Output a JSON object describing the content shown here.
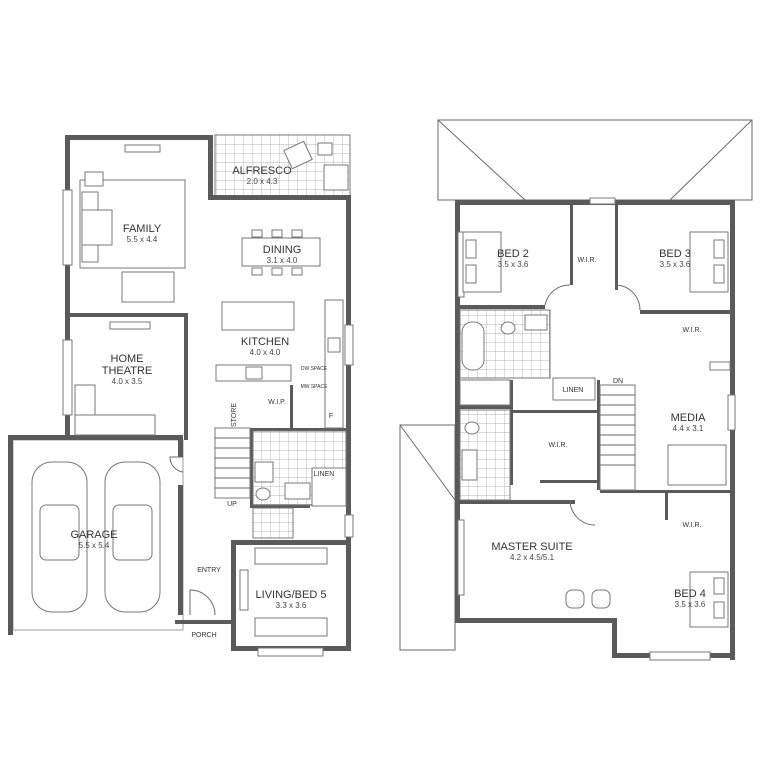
{
  "ground_floor": {
    "alfresco": {
      "name": "ALFRESCO",
      "dim": "2.0 x 4.3"
    },
    "family": {
      "name": "FAMILY",
      "dim": "5.5 x 4.4"
    },
    "dining": {
      "name": "DINING",
      "dim": "3.1 x 4.0"
    },
    "kitchen": {
      "name": "KITCHEN",
      "dim": "4.0 x 4.0"
    },
    "home_theatre": {
      "name_line1": "HOME",
      "name_line2": "THEATRE",
      "dim": "4.0 x 3.5"
    },
    "wip": {
      "name": "W.I.P."
    },
    "store": {
      "name": "STORE"
    },
    "linen": {
      "name": "LINEN"
    },
    "garage": {
      "name": "GARAGE",
      "dim": "5.5 x 5.4"
    },
    "entry": {
      "name": "ENTRY"
    },
    "living": {
      "name": "LIVING/BED 5",
      "dim": "3.3 x 3.6"
    },
    "porch": {
      "name": "PORCH"
    },
    "up": "UP",
    "dw_space": "DW SPACE",
    "mw_space": "MW SPACE",
    "fridge": "F"
  },
  "upper_floor": {
    "bed2": {
      "name": "BED 2",
      "dim": "3.5 x 3.6"
    },
    "bed3": {
      "name": "BED 3",
      "dim": "3.5 x 3.6"
    },
    "bed4": {
      "name": "BED 4",
      "dim": "3.5 x 3.6"
    },
    "wir_bed2": "W.I.R.",
    "wir_bed3": "W.I.R.",
    "wir_bed4": "W.I.R.",
    "wir_master": "W.I.R.",
    "linen": "LINEN",
    "dn": "DN",
    "media": {
      "name": "MEDIA",
      "dim": "4.4 x 3.1"
    },
    "master": {
      "name": "MASTER SUITE",
      "dim": "4.2 x 4.5/5.1"
    }
  }
}
